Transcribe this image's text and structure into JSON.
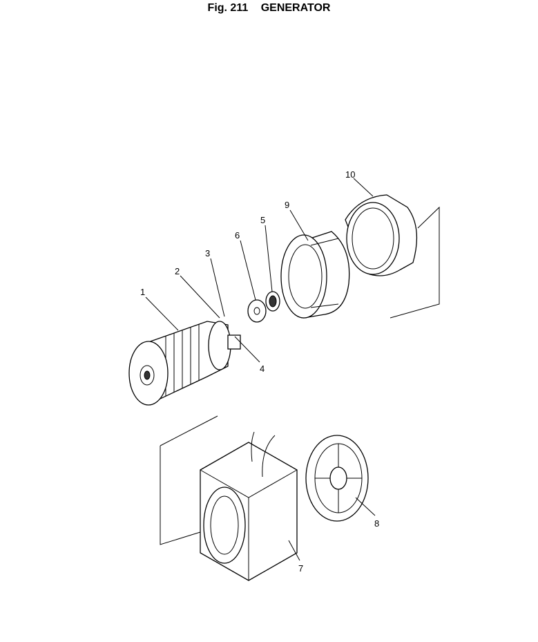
{
  "title": {
    "fig": "Fig. 211",
    "name": "GENERATOR"
  },
  "callouts": [
    "1",
    "2",
    "3",
    "4",
    "5",
    "6",
    "7",
    "8",
    "9",
    "10"
  ]
}
